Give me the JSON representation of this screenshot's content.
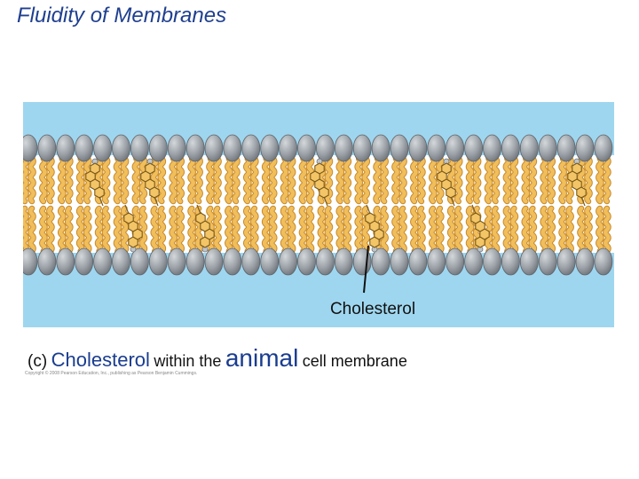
{
  "slide": {
    "title": "Fluidity of Membranes"
  },
  "figure": {
    "cholesterol_label": "Cholesterol",
    "colors": {
      "background": "#9fd6ef",
      "bilayer_core": "#ffffff",
      "head_fill": "#9aa0a6",
      "head_highlight": "#cfd3d6",
      "tail_fill": "#f1be5c",
      "tail_stroke": "#c88a2a",
      "cholesterol_fill": "#f3c566",
      "cholesterol_stroke": "#7a5a1a"
    }
  },
  "caption": {
    "part": "(c)",
    "term": "Cholesterol",
    "middle": "within the",
    "emphasis": "animal",
    "end": "cell membrane"
  },
  "copyright": "Copyright © 2008 Pearson Education, Inc., publishing as Pearson Benjamin Cummings."
}
